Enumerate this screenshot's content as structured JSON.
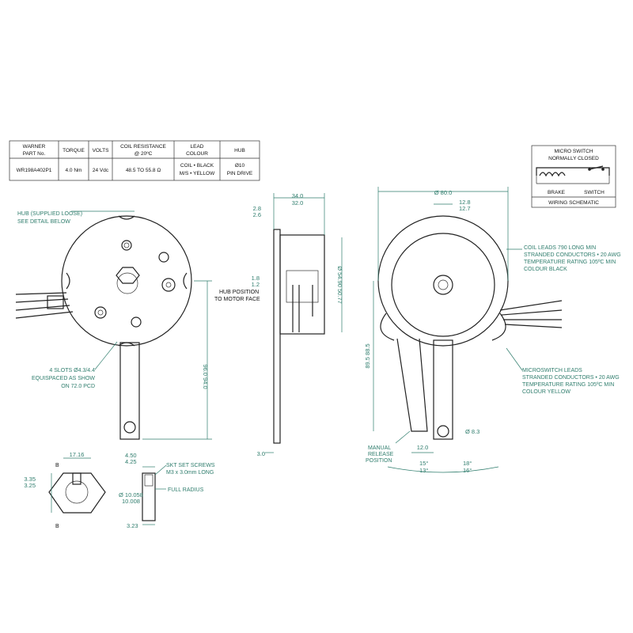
{
  "table": {
    "headers": [
      "WARNER PART No.",
      "TORQUE",
      "VOLTS",
      "COIL RESISTANCE @ 20ºC",
      "LEAD COLOUR",
      "HUB"
    ],
    "row": [
      "WR198A402P1",
      "4.0 Nm",
      "24 Vdc",
      "48.5 TO 55.8 Ω",
      "COIL • BLACK M/S • YELLOW",
      "Ø10 PIN DRIVE"
    ]
  },
  "schematic": {
    "title": "MICRO SWITCH NORMALLY CLOSED",
    "brake": "BRAKE",
    "switch": "SWITCH",
    "caption": "WIRING SCHEMATIC"
  },
  "front_view": {
    "hub_note": "HUB (SUPPLIED LOOSE) SEE DETAIL BELOW",
    "slots_note": "4 SLOTS Ø4.3/4.4 EQUISPACED AS SHOW ON 72.0 PCD",
    "length_dim": "96.0 94.0"
  },
  "side_view": {
    "width_dim": "34.0 32.0",
    "flange_dim": "2.8 2.6",
    "small_dim": "1.8 1.2",
    "dia_dim": "Ø 54.90 50.77",
    "hub_pos": "HUB POSITION TO MOTOR FACE",
    "plate_dim": "3.0"
  },
  "rear_view": {
    "dia": "Ø 80.0",
    "top_dim": "12.8 12.7",
    "coil_note": "COIL LEADS 790 LONG MIN STRANDED CONDUCTORS • 20 AWG TEMPERATURE RATING 105ºC MIN COLOUR BLACK",
    "ms_note": "MICROSWITCH LEADS STRANDED CONDUCTORS • 20 AWG TEMPERATURE RATING 105ºC MIN COLOUR YELLOW",
    "length_dim": "89.5 88.5",
    "hole_dim": "Ø 8.3",
    "manual": "MANUAL RELEASE POSITION",
    "bottom_dim": "12.0",
    "angle_left": "15° 13°",
    "angle_right": "18° 16°"
  },
  "hub_detail": {
    "width": "17.16",
    "section": "B",
    "key": "3.35 3.25",
    "w2": "4.50 4.25",
    "screws": "SKT SET SCREWS M3 x 3.0mm LONG",
    "radius": "FULL RADIUS",
    "bore": "Ø 10.058 10.008",
    "depth": "3.23"
  }
}
